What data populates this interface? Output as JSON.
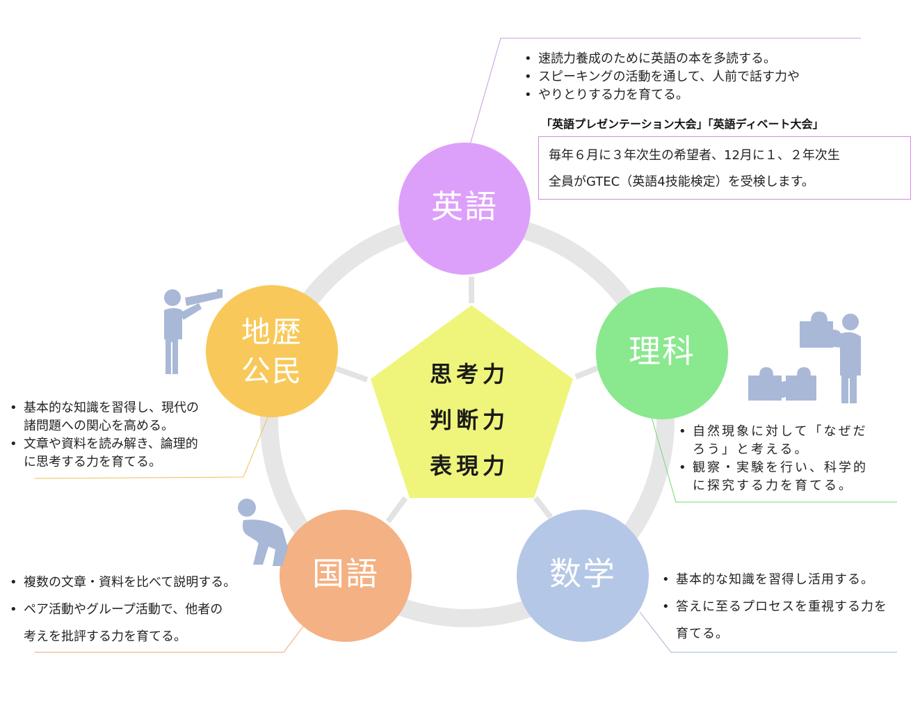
{
  "center": {
    "lines": [
      "思考力",
      "判断力",
      "表現力"
    ]
  },
  "subjects": {
    "english": {
      "label": "英語",
      "color": "#DDA0FA",
      "notes": [
        "速読力養成のために英語の本を多読する。",
        "スピーキングの活動を通して、人前で話す力や",
        "やりとりする力を育てる。"
      ],
      "events_title": "「英語プレゼンテーション大会」「英語ディベート大会」",
      "gtec_lines": [
        "毎年６月に３年次生の希望者、12月に１、２年次生",
        "全員がGTEC（英語4技能検定）を受検します。"
      ]
    },
    "science": {
      "label": "理科",
      "color": "#8AE88E",
      "notes": [
        "自然現象に対して「なぜだ",
        "ろう」と考える。",
        "観察・実験を行い、科学的",
        "に探究する力を育てる。"
      ]
    },
    "math": {
      "label": "数学",
      "color": "#B4C7E7",
      "notes": [
        "基本的な知識を習得し活用する。",
        "答えに至るプロセスを重視する力を",
        "育てる。"
      ]
    },
    "japanese": {
      "label": "国語",
      "color": "#F4B183",
      "notes": [
        "複数の文章・資料を比べて説明する。",
        "ペア活動やグループ活動で、他者の",
        "考えを批評する力を育てる。"
      ]
    },
    "social": {
      "label_line1": "地歴",
      "label_line2": "公民",
      "color": "#F8C95A",
      "notes": [
        "基本的な知識を習得し、現代の",
        "諸問題への関心を高める。",
        "文章や資料を読み解き、論理的",
        "に思考する力を育てる。"
      ]
    }
  },
  "colors": {
    "ring": "#E6E6E6",
    "pentagon": "#EEF57A",
    "spoke": "#E3E3E3",
    "icon": "#A9B8D6"
  },
  "icons": [
    "telescope-person-icon",
    "puzzle-person-icon",
    "thinking-person-icon"
  ]
}
